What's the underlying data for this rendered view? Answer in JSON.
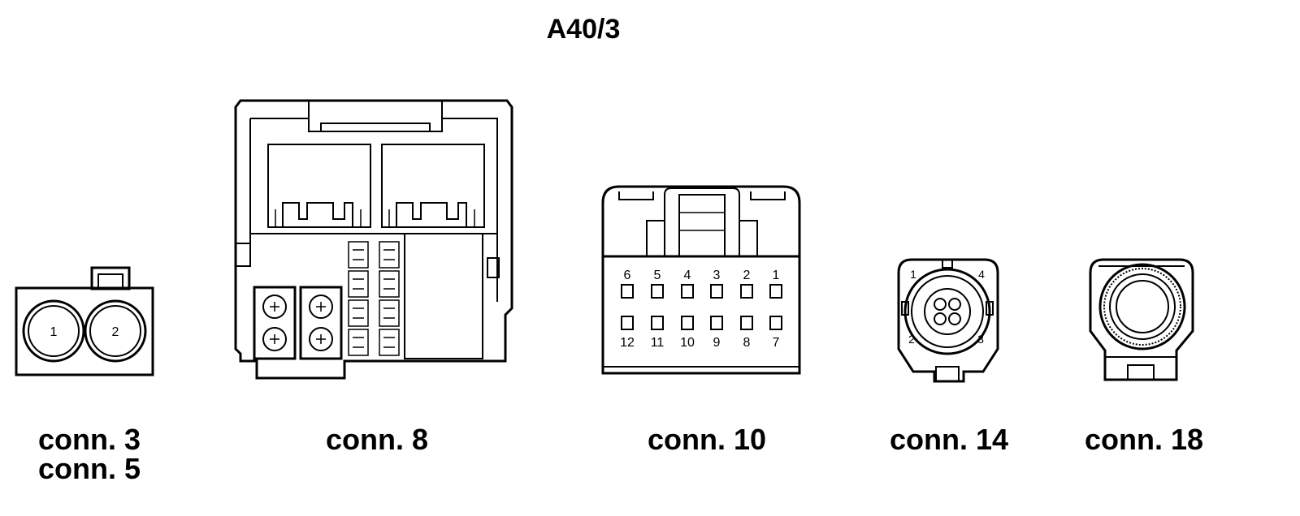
{
  "diagram": {
    "title": "A40/3",
    "connectors": [
      {
        "id": "c3_5",
        "captions": [
          "conn. 3",
          "conn. 5"
        ],
        "pins": [
          "1",
          "2"
        ]
      },
      {
        "id": "c8",
        "captions": [
          "conn. 8"
        ]
      },
      {
        "id": "c10",
        "captions": [
          "conn. 10"
        ],
        "pins_top": [
          "6",
          "5",
          "4",
          "3",
          "2",
          "1"
        ],
        "pins_bottom": [
          "12",
          "11",
          "10",
          "9",
          "8",
          "7"
        ]
      },
      {
        "id": "c14",
        "captions": [
          "conn. 14"
        ],
        "pins": [
          "1",
          "4",
          "2",
          "3"
        ]
      },
      {
        "id": "c18",
        "captions": [
          "conn. 18"
        ]
      }
    ]
  }
}
